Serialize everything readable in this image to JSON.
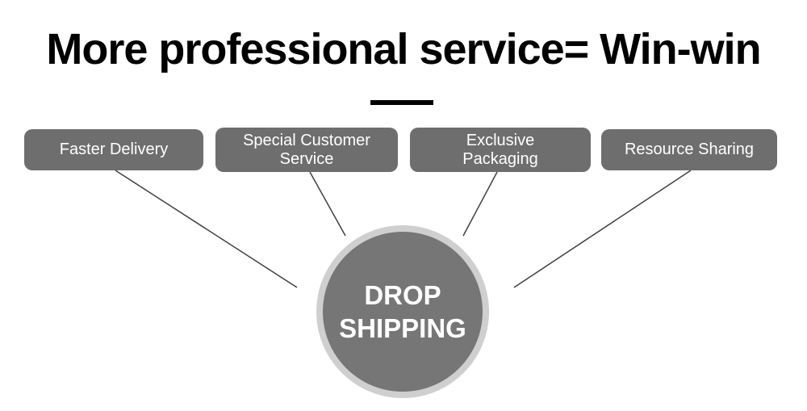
{
  "title": "More professional service= Win-win",
  "boxes": [
    {
      "label": "Faster Delivery"
    },
    {
      "label": "Special Customer Service"
    },
    {
      "label": "Exclusive Packaging"
    },
    {
      "label": "Resource Sharing"
    }
  ],
  "center": {
    "line1": "DROP",
    "line2": "SHIPPING"
  },
  "colors": {
    "box_fill": "#6e6e6e",
    "box_text": "#ffffff",
    "circle_ring": "#cfcfcf",
    "circle_fill": "#767676",
    "circle_text": "#ffffff",
    "connector_line": "#404040",
    "title_text": "#000000",
    "background": "#ffffff"
  }
}
